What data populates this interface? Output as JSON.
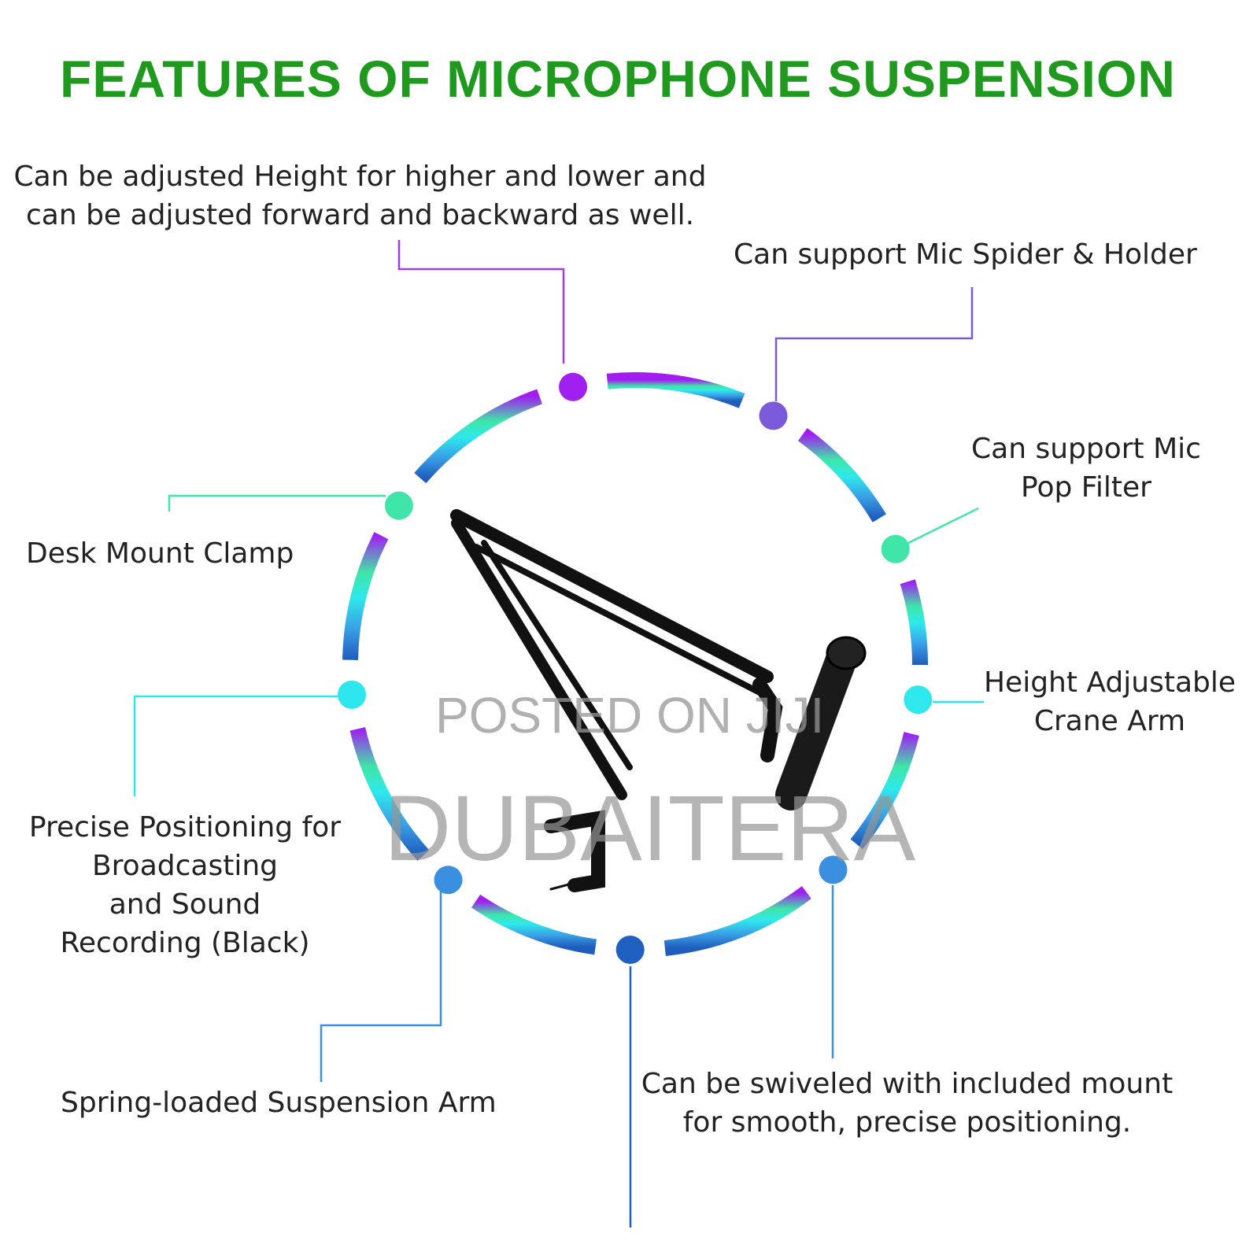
{
  "title": "FEATURES OF MICROPHONE SUSPENSION",
  "features": {
    "adjust_height": [
      "Can be adjusted Height for higher and lower and",
      "can be adjusted forward and backward as well."
    ],
    "spider_holder": "Can support Mic Spider & Holder",
    "pop_filter": [
      "Can support Mic",
      "Pop Filter"
    ],
    "crane_arm": [
      "Height Adjustable",
      "Crane Arm"
    ],
    "swivel": [
      "Can be swiveled with included mount",
      "for smooth, precise positioning."
    ],
    "suspension_arm": "Spring-loaded Suspension Arm",
    "positioning": [
      "Precise Positioning for",
      "Broadcasting",
      "and Sound",
      "Recording (Black)"
    ],
    "clamp": "Desk Mount Clamp"
  },
  "watermark": {
    "line1": "POSTED ON JIJI",
    "line2": "DUBAITERA"
  },
  "colors": {
    "title": "#1f9a1f",
    "purple": "#9b2ee8",
    "green": "#3fe6a8",
    "cyan": "#2ee6ee",
    "blue": "#3a8fe0",
    "dark_blue": "#1f5fc0"
  }
}
